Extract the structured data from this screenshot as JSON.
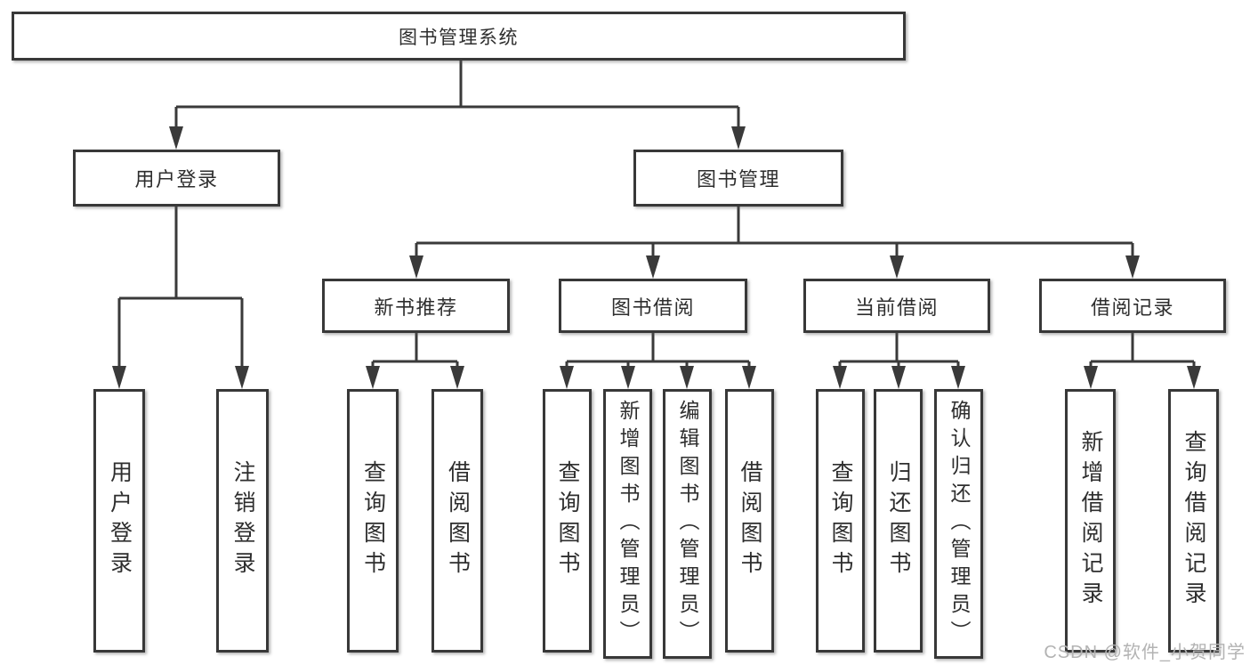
{
  "watermark": "CSDN @软件_小贺同学",
  "colors": {
    "line": "#3a3a3a",
    "box_border": "#383838",
    "text": "#2e2e2e",
    "watermark": "#b3b3b3",
    "background": "#ffffff"
  },
  "tree": {
    "root": "图书管理系统",
    "level2": [
      {
        "label": "用户登录",
        "leaves": [
          "用户登录",
          "注销登录"
        ]
      },
      {
        "label": "图书管理",
        "sections": [
          {
            "label": "新书推荐",
            "leaves": [
              "查询图书",
              "借阅图书"
            ]
          },
          {
            "label": "图书借阅",
            "leaves": [
              "查询图书",
              "新增图书（管理员）",
              "编辑图书（管理员）",
              "借阅图书"
            ]
          },
          {
            "label": "当前借阅",
            "leaves": [
              "查询图书",
              "归还图书",
              "确认归还（管理员）"
            ]
          },
          {
            "label": "借阅记录",
            "leaves": [
              "新增借阅记录",
              "查询借阅记录"
            ]
          }
        ]
      }
    ]
  }
}
